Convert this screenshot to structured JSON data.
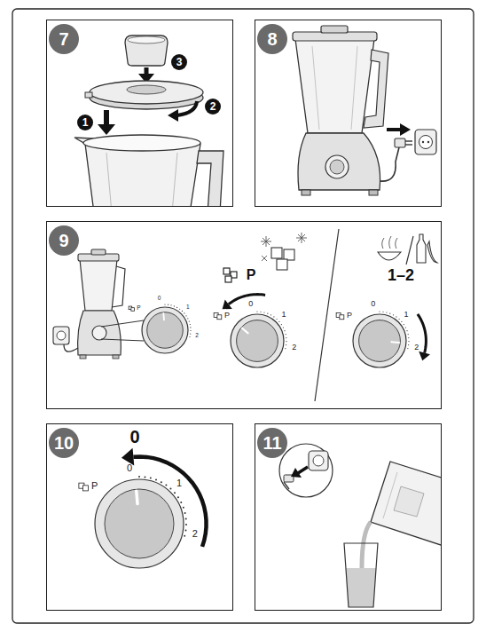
{
  "diagram": {
    "nodes": [
      {
        "text": [
          "7"
        ]
      },
      {
        "text": [
          "8"
        ]
      },
      {
        "text": [
          "9"
        ]
      },
      {
        "text": [
          "10"
        ]
      },
      {
        "text": [
          "11"
        ]
      }
    ],
    "labels": [
      "1",
      "2",
      "3",
      "P",
      "0",
      "1",
      "2",
      "P",
      "P",
      "0",
      "1",
      "2",
      "1–2",
      "P",
      "0",
      "1",
      "2",
      "0",
      "P",
      "0",
      "1",
      "2"
    ]
  }
}
